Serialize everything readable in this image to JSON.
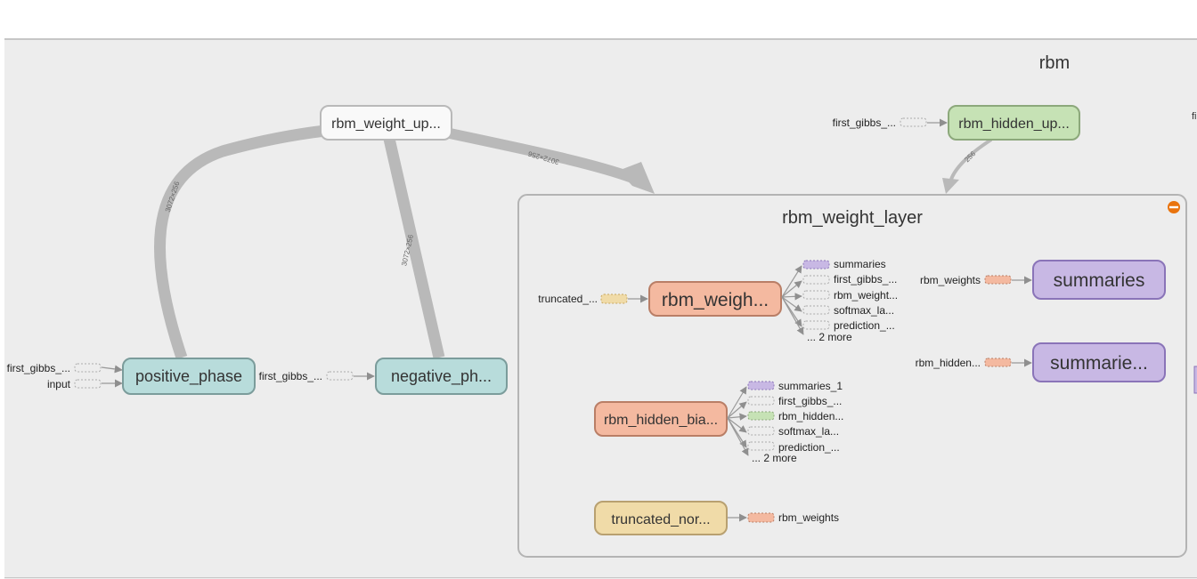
{
  "graph": {
    "scope_title": "rbm",
    "clipped_right_label": "fi",
    "nodes": {
      "weight_update": "rbm_weight_up...",
      "hidden_update": "rbm_hidden_up...",
      "positive_phase": "positive_phase",
      "negative_phase": "negative_ph..."
    },
    "input_labels": {
      "hidden_update_in": "first_gibbs_...",
      "positive_in_1": "first_gibbs_...",
      "positive_in_2": "input",
      "negative_in": "first_gibbs_..."
    },
    "edge_labels": {
      "weight_to_layer": "3072×256",
      "positive_to_weight": "3072×256",
      "negative_to_weight": "3072×256",
      "hidden_to_layer": "256"
    },
    "group": {
      "title": "rbm_weight_layer",
      "nodes": {
        "weights": "rbm_weigh...",
        "hidden_bias": "rbm_hidden_bia...",
        "truncated": "truncated_nor...",
        "summaries_a": "summaries",
        "summaries_b": "summarie..."
      },
      "weights_in": "truncated_...",
      "weights_outputs": [
        "summaries",
        "first_gibbs_...",
        "rbm_weight...",
        "softmax_la...",
        "prediction_..."
      ],
      "weights_more": "... 2 more",
      "hidden_outputs": [
        "summaries_1",
        "first_gibbs_...",
        "rbm_hidden...",
        "softmax_la...",
        "prediction_..."
      ],
      "hidden_more": "... 2 more",
      "truncated_out": "rbm_weights",
      "summaries_a_in": "rbm_weights",
      "summaries_b_in": "rbm_hidden..."
    }
  },
  "colors": {
    "canvas": "#ededed",
    "edge": "#b4b4b4",
    "node_white": "#f9f9f9",
    "node_teal": "#b8dcdb",
    "node_green": "#c6e2b5",
    "node_salmon": "#f4b9a0",
    "node_tan": "#f0dba8",
    "node_purple": "#c8b8e4",
    "collapse_icon": "#e9740e"
  }
}
